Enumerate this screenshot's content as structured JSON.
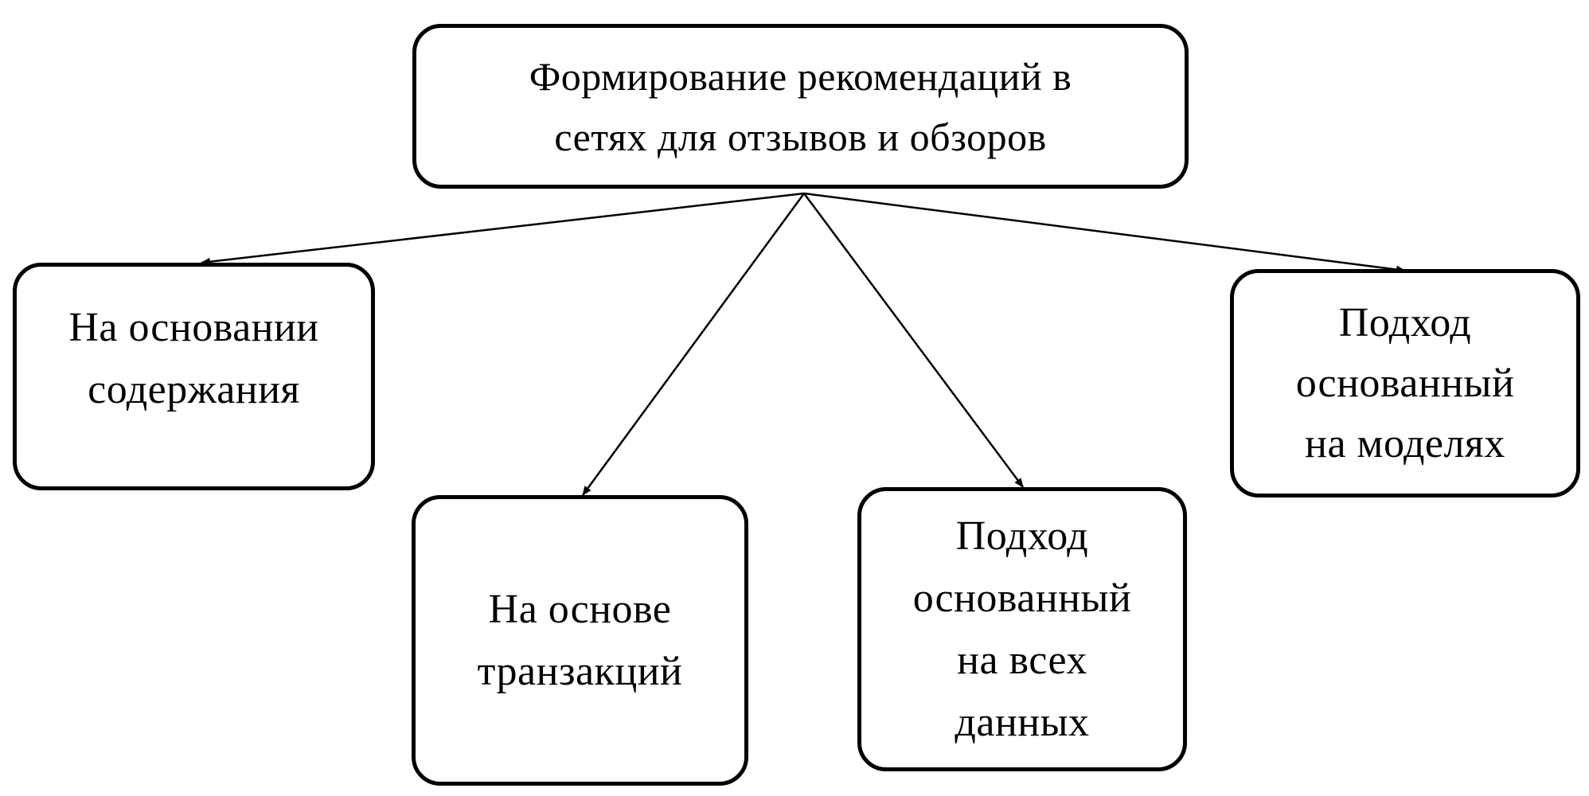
{
  "diagram": {
    "root": {
      "line1": "Формирование рекомендаций в",
      "line2": "сетях для отзывов и обзоров"
    },
    "children": [
      {
        "id": "content",
        "lines": [
          "На основании",
          "содержания"
        ]
      },
      {
        "id": "transactions",
        "lines": [
          "На основе",
          "транзакций"
        ]
      },
      {
        "id": "all_data",
        "lines": [
          "Подход",
          "основанный",
          "на всех",
          "данных"
        ]
      },
      {
        "id": "models",
        "lines": [
          "Подход",
          "основанный",
          "на моделях"
        ]
      }
    ]
  }
}
